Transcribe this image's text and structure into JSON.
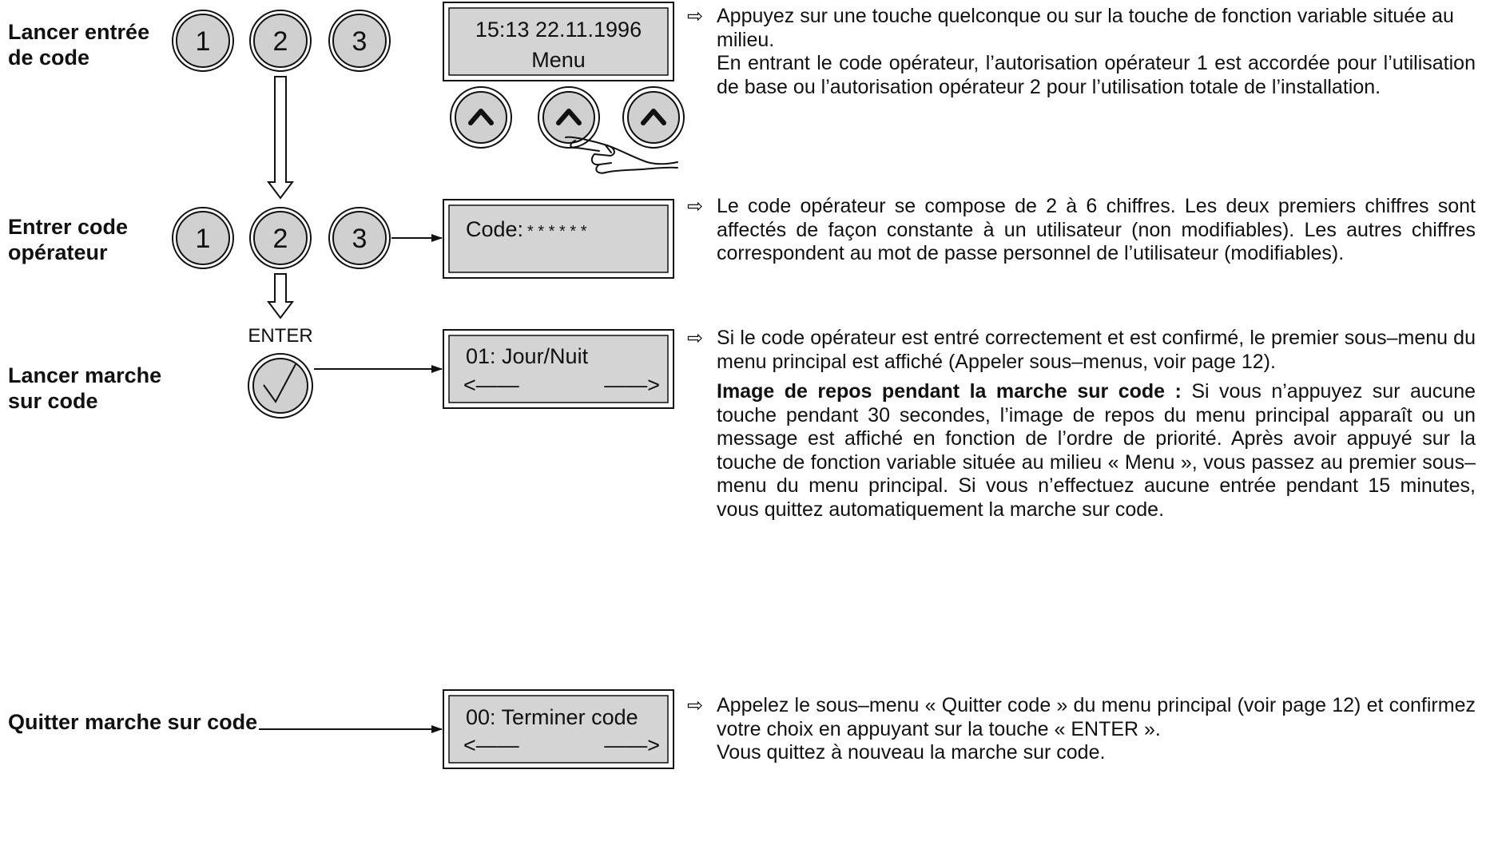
{
  "steps": [
    {
      "label_line1": "Lancer entrée",
      "label_line2": "de code"
    },
    {
      "label_line1": "Entrer code",
      "label_line2": "opérateur"
    },
    {
      "label_line1": "Lancer marche",
      "label_line2": "sur code"
    },
    {
      "label_line1": "Quitter marche sur code",
      "label_line2": ""
    }
  ],
  "keys": [
    "1",
    "2",
    "3"
  ],
  "enter_label": "ENTER",
  "displays": {
    "start": {
      "line1": "15:13  22.11.1996",
      "line2": "Menu"
    },
    "code": {
      "prefix": "Code:",
      "mask": "* * * * * *"
    },
    "menu01": {
      "line1": "01:  Jour/Nuit",
      "left_arrow": "<——",
      "right_arrow": "——>"
    },
    "menu00": {
      "line1": "00: Terminer code",
      "left_arrow": "<——",
      "right_arrow": "——>"
    }
  },
  "bullet_symbol": "⇨",
  "paragraphs": {
    "p1": "Appuyez sur une touche quelconque ou sur la touche de fonction variable située au milieu.",
    "p1b": "En entrant le code opérateur, l’autorisation opérateur 1 est accordée pour l’utilisation de base ou l’autorisation opérateur 2 pour l’utilisation totale de l’installation.",
    "p2": "Le code opérateur se compose de 2 à 6 chiffres. Les deux premiers chiffres sont affectés de façon constante à un utilisateur (non modifiables). Les autres chiffres correspondent au mot de passe personnel de l’utilisateur (modifiables).",
    "p3": "Si le code opérateur est entré correctement et est confirmé, le premier sous–menu du menu principal est affiché (Appeler sous–menus, voir page 12).",
    "p4_bold": "Image de repos pendant la marche sur code :",
    "p4": "Si vous n’appuyez sur aucune touche pendant 30 secondes, l’image de repos du menu principal apparaît ou un message est affiché en fonction de l’ordre de priorité. Après avoir appuyé sur la touche de fonction variable située au milieu « Menu », vous passez au premier sous–menu du menu principal. Si vous n’effectuez aucune entrée pendant 15 minutes, vous quittez automatiquement la marche sur code.",
    "p5": "Appelez le sous–menu « Quitter code » du menu principal (voir page 12) et confirmez votre choix en appuyant sur la touche « ENTER ».",
    "p5b": "Vous quittez à nouveau la marche sur code."
  }
}
